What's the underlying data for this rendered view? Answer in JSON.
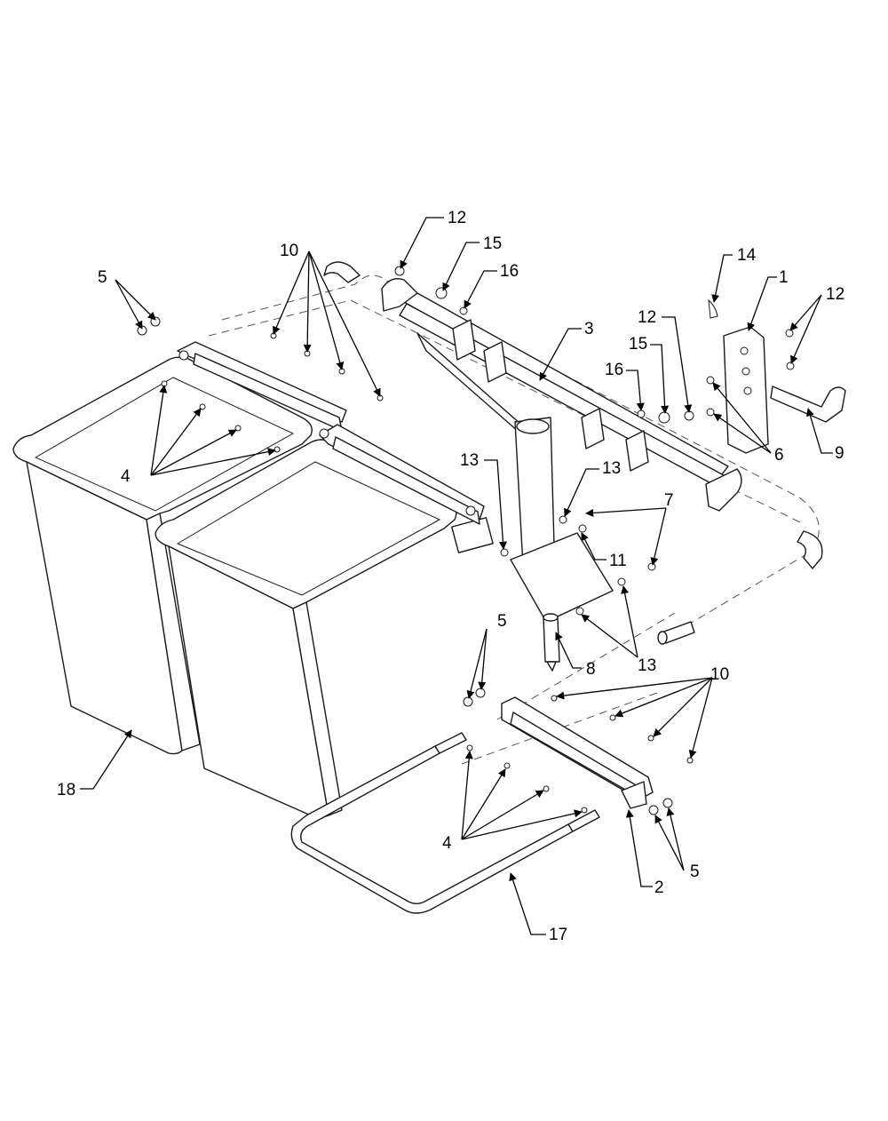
{
  "callouts": [
    {
      "id": "c1",
      "text": "1"
    },
    {
      "id": "c2",
      "text": "2"
    },
    {
      "id": "c3",
      "text": "3"
    },
    {
      "id": "c4a",
      "text": "4"
    },
    {
      "id": "c4b",
      "text": "4"
    },
    {
      "id": "c5a",
      "text": "5"
    },
    {
      "id": "c5b",
      "text": "5"
    },
    {
      "id": "c5c",
      "text": "5"
    },
    {
      "id": "c6",
      "text": "6"
    },
    {
      "id": "c7",
      "text": "7"
    },
    {
      "id": "c8",
      "text": "8"
    },
    {
      "id": "c9",
      "text": "9"
    },
    {
      "id": "c10a",
      "text": "10"
    },
    {
      "id": "c10b",
      "text": "10"
    },
    {
      "id": "c11",
      "text": "11"
    },
    {
      "id": "c12a",
      "text": "12"
    },
    {
      "id": "c12b",
      "text": "12"
    },
    {
      "id": "c12c",
      "text": "12"
    },
    {
      "id": "c13a",
      "text": "13"
    },
    {
      "id": "c13b",
      "text": "13"
    },
    {
      "id": "c13c",
      "text": "13"
    },
    {
      "id": "c14",
      "text": "14"
    },
    {
      "id": "c15a",
      "text": "15"
    },
    {
      "id": "c15b",
      "text": "15"
    },
    {
      "id": "c16a",
      "text": "16"
    },
    {
      "id": "c16b",
      "text": "16"
    },
    {
      "id": "c17",
      "text": "17"
    },
    {
      "id": "c18",
      "text": "18"
    }
  ]
}
